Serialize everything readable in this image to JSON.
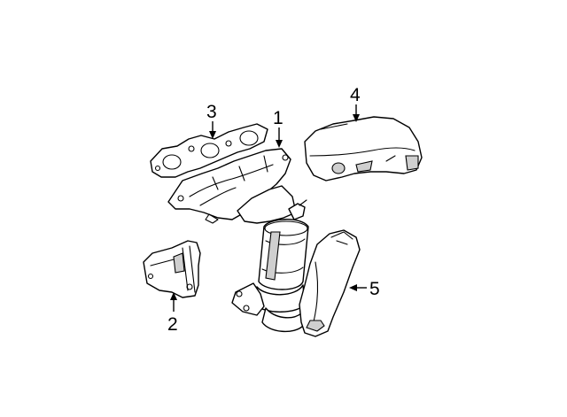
{
  "callouts": [
    {
      "id": "1",
      "label": "1"
    },
    {
      "id": "2",
      "label": "2"
    },
    {
      "id": "3",
      "label": "3"
    },
    {
      "id": "4",
      "label": "4"
    },
    {
      "id": "5",
      "label": "5"
    }
  ],
  "colors": {
    "line": "#000000",
    "background": "#ffffff",
    "shading": "#cfcfcf"
  }
}
